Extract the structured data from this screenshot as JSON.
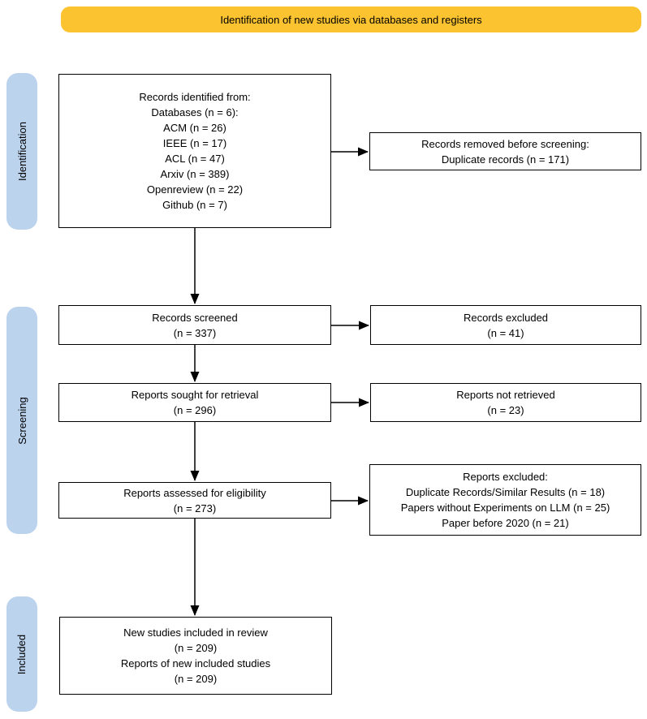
{
  "banner": {
    "label": "Identification of new studies via databases and registers"
  },
  "colors": {
    "banner-bg": "#FCC330",
    "stage-bg": "#BCD3EE",
    "line": "#000000",
    "box-border": "#000000"
  },
  "stages": [
    {
      "label": "Identification"
    },
    {
      "label": "Screening"
    },
    {
      "label": "Included"
    }
  ],
  "boxes": {
    "identified": {
      "lines": [
        "Records identified from:",
        "Databases (n = 6):",
        "ACM (n = 26)",
        "IEEE (n = 17)",
        "ACL (n = 47)",
        "Arxiv (n = 389)",
        "Openreview (n = 22)",
        "Github (n = 7)"
      ]
    },
    "removed_before_screening": {
      "lines": [
        "Records removed before screening:",
        "Duplicate records (n = 171)"
      ]
    },
    "screened": {
      "lines": [
        "Records screened",
        "(n = 337)"
      ]
    },
    "records_excluded": {
      "lines": [
        "Records excluded",
        "(n = 41)"
      ]
    },
    "sought": {
      "lines": [
        "Reports sought for retrieval",
        "(n = 296)"
      ]
    },
    "not_retrieved": {
      "lines": [
        "Reports not retrieved",
        "(n = 23)"
      ]
    },
    "assessed": {
      "lines": [
        "Reports assessed for eligibility",
        "(n = 273)"
      ]
    },
    "reports_excluded": {
      "lines": [
        "Reports excluded:",
        "Duplicate Records/Similar Results (n = 18)",
        "Papers without Experiments on LLM (n = 25)",
        "Paper before 2020 (n = 21)"
      ]
    },
    "included_in_review": {
      "lines": [
        "New studies included in review",
        "(n = 209)",
        "Reports of new included studies",
        "(n = 209)"
      ]
    }
  }
}
